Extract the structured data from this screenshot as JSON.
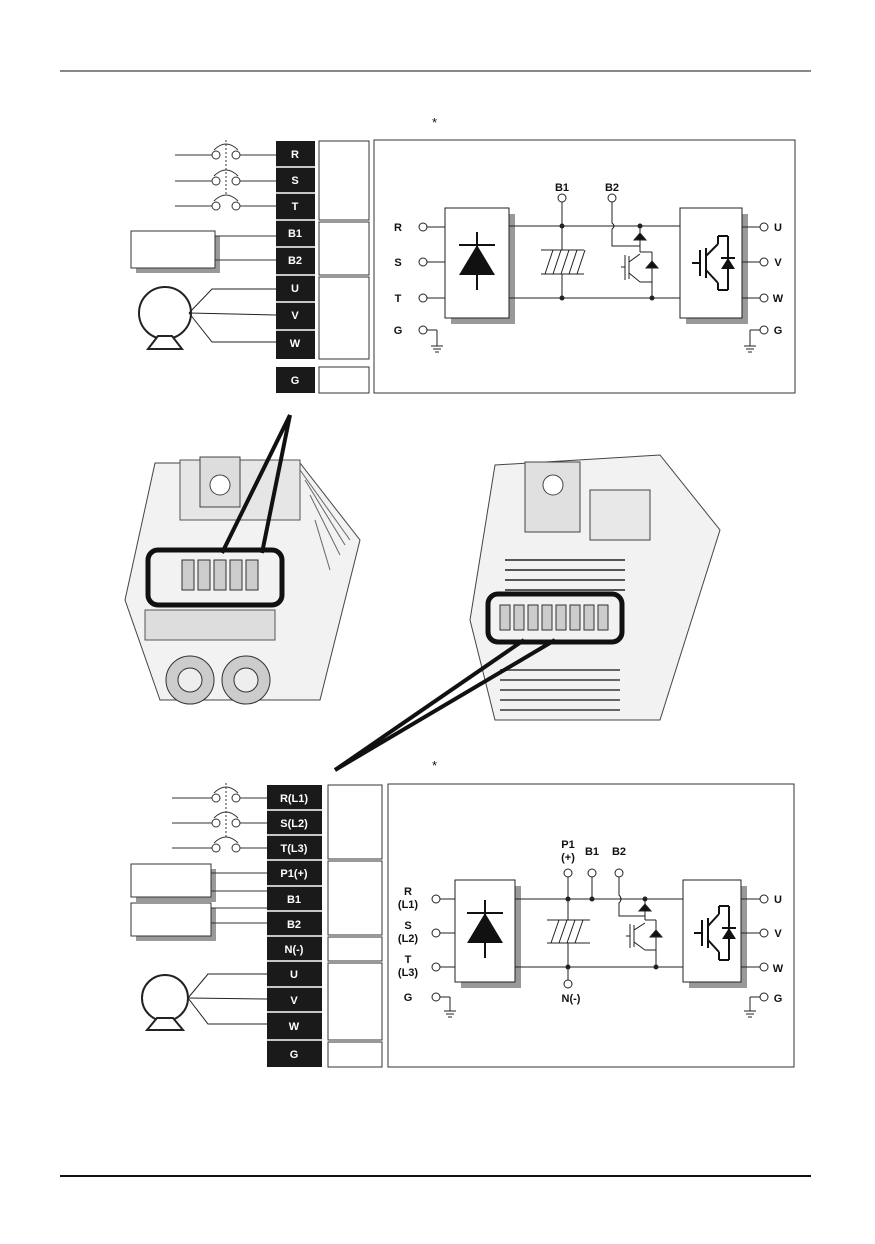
{
  "page": {
    "top_rule_color": "#888888",
    "bottom_rule_color": "#111111"
  },
  "top_diagram": {
    "marker": "*",
    "terminals": [
      "R",
      "S",
      "T",
      "B1",
      "B2",
      "U",
      "V",
      "W",
      "G"
    ],
    "circuit": {
      "inputs": [
        "R",
        "S",
        "T",
        "G"
      ],
      "outputs": [
        "U",
        "V",
        "W",
        "G"
      ],
      "dc_terminals": [
        "B1",
        "B2"
      ]
    }
  },
  "bottom_diagram": {
    "marker": "*",
    "terminals": [
      "R(L1)",
      "S(L2)",
      "T(L3)",
      "P1(+)",
      "B1",
      "B2",
      "N(-)",
      "U",
      "V",
      "W",
      "G"
    ],
    "circuit": {
      "inputs": [
        {
          "line1": "R",
          "line2": "(L1)"
        },
        {
          "line1": "S",
          "line2": "(L2)"
        },
        {
          "line1": "T",
          "line2": "(L3)"
        },
        {
          "line1": "G",
          "line2": ""
        }
      ],
      "outputs": [
        "U",
        "V",
        "W",
        "G"
      ],
      "p1": {
        "line1": "P1",
        "line2": "(+)"
      },
      "dc_terminals": [
        "B1",
        "B2"
      ],
      "n_label": "N(-)"
    }
  },
  "photos": {
    "left": "inverter-small-frame-photo",
    "right": "inverter-large-frame-photo"
  }
}
